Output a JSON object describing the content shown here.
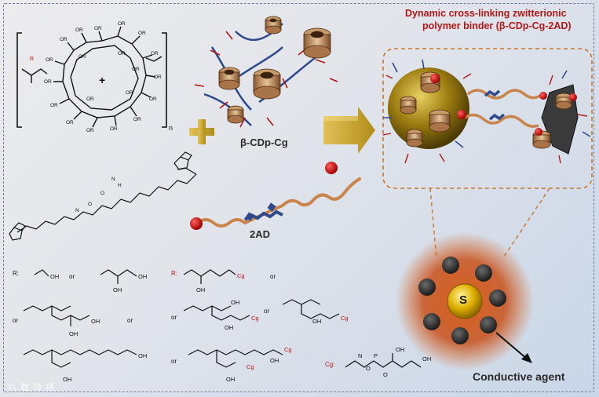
{
  "labels": {
    "title_line1": "Dynamic cross-linking zwitterionic",
    "title_line2": "polymer binder (β-CDp-Cg-2AD)",
    "beta_cdp_cg": "β-CDp-Cg",
    "two_ad": "2AD",
    "conductive_agent": "Conductive agent",
    "sulfur": "S",
    "plus_sign": "+",
    "repeat_n": "n",
    "r_label_left": "R:",
    "r_label_right": "R:",
    "cg_label": "Cg:",
    "or": "or",
    "oh": "OH",
    "or_group": "OR",
    "r_letter": "R",
    "watermark": "六 数 诗 境"
  },
  "colors": {
    "title_red": "#b01818",
    "gold_arrow": "#c9a227",
    "chain_orange": "#c8844a",
    "linker_blue": "#2f4a8a",
    "cap_red": "#d01010",
    "sulfur_gold": "#e0b000",
    "carbon_dark": "#3a3a3a",
    "glow_orange": "#d9601a"
  },
  "icons": {
    "arrow": "gold-right-arrow",
    "plus": "gold-plus-icon",
    "pointer": "black-arrow-icon"
  }
}
